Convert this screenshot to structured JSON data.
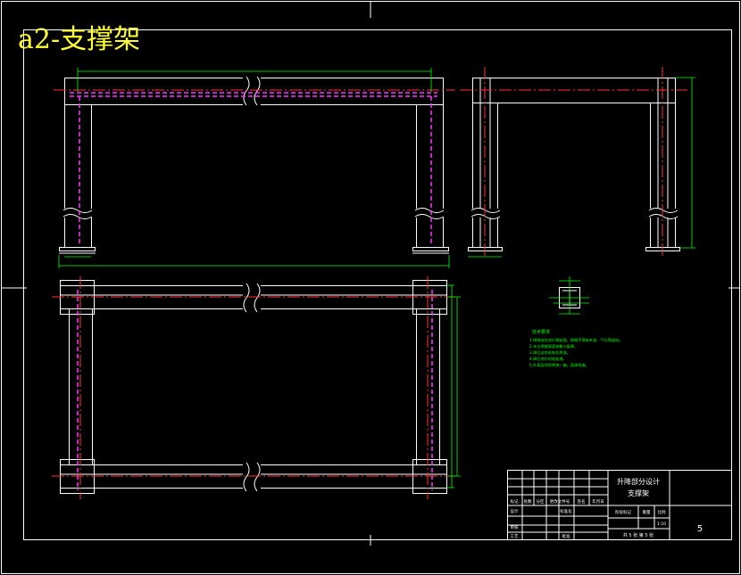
{
  "drawing": {
    "title": "a2-支撑架",
    "colors": {
      "background": "#000000",
      "outline": "#ffffff",
      "centerline": "#ff3333",
      "hidden": "#ff33ff",
      "dimension": "#00ff00",
      "title_text": "#ffff33"
    }
  },
  "title_block": {
    "design_name_line1": "升降部分设计",
    "design_name_line2": "支撑架",
    "col_headers": [
      "标记",
      "处数",
      "分区",
      "更改文件号",
      "签名",
      "年月日"
    ],
    "row_labels": [
      "设计",
      "标准化"
    ],
    "row_labels_2": [
      "审核",
      "工艺",
      "批准"
    ],
    "stage_label": "阶段标记",
    "weight_label": "重量",
    "scale_label": "比例",
    "scale_value": "1:10",
    "sheet_info": "共 5 张   第 5 张",
    "sheet_number": "5"
  },
  "notes": {
    "heading": "技术要求",
    "lines": [
      "1.焊接前应进行预处理，焊缝不得有夹渣、气孔等缺陷。",
      "2.未注焊缝高度按最小板厚。",
      "3.焊后去除毛刺及焊渣。",
      "4.焊后进行时效处理。",
      "5.外表面涂防锈漆一遍，面漆两遍。"
    ]
  }
}
